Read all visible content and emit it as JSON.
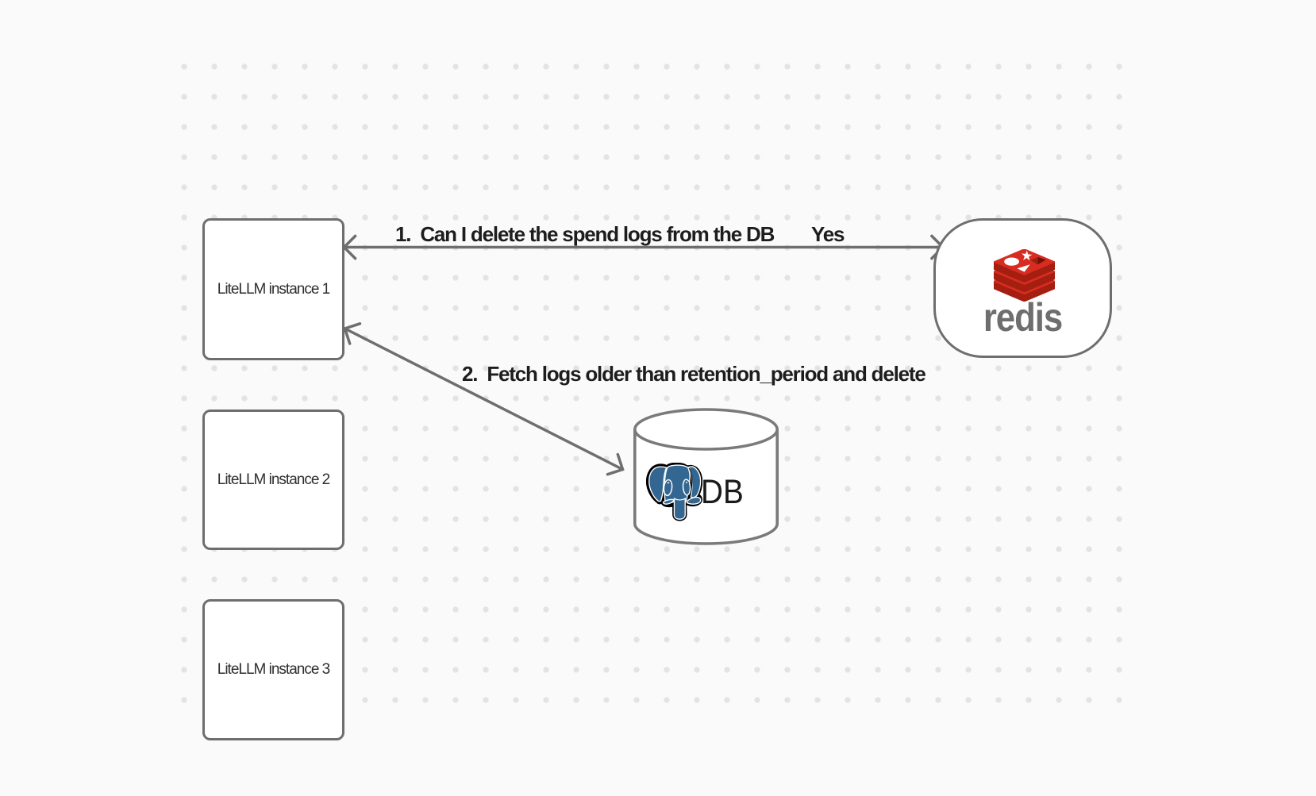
{
  "canvas": {
    "background": "#fafafa",
    "dot_color": "#e3e3e3"
  },
  "nodes": {
    "litellm_instances": [
      {
        "label": "LiteLLM instance 1"
      },
      {
        "label": "LiteLLM instance 2"
      },
      {
        "label": "LiteLLM instance 3"
      }
    ],
    "redis": {
      "brand": "redis",
      "icon": "redis-logo"
    },
    "database": {
      "label": "DB",
      "icon": "postgresql-logo"
    }
  },
  "arrows": [
    {
      "label": "1.  Can I delete the spend logs from the DB",
      "response": "Yes",
      "from": "LiteLLM instance 1",
      "to": "redis"
    },
    {
      "label": "2.  Fetch logs older than retention_period and delete",
      "from": "LiteLLM instance 1",
      "to": "DB"
    }
  ],
  "colors": {
    "background": "#fafafa",
    "dot": "#e3e3e3",
    "stroke": "#6e6e6e",
    "label_text": "#1d1d1d",
    "box_text": "#2e2e2e",
    "redis_red": "#d82c20",
    "redis_dark_red": "#a41e11",
    "redis_wordmark": "#6e6e6e",
    "postgres_blue": "#336791",
    "db_text": "#1a1a1a",
    "cylinder_stroke": "#7a7a7a"
  }
}
